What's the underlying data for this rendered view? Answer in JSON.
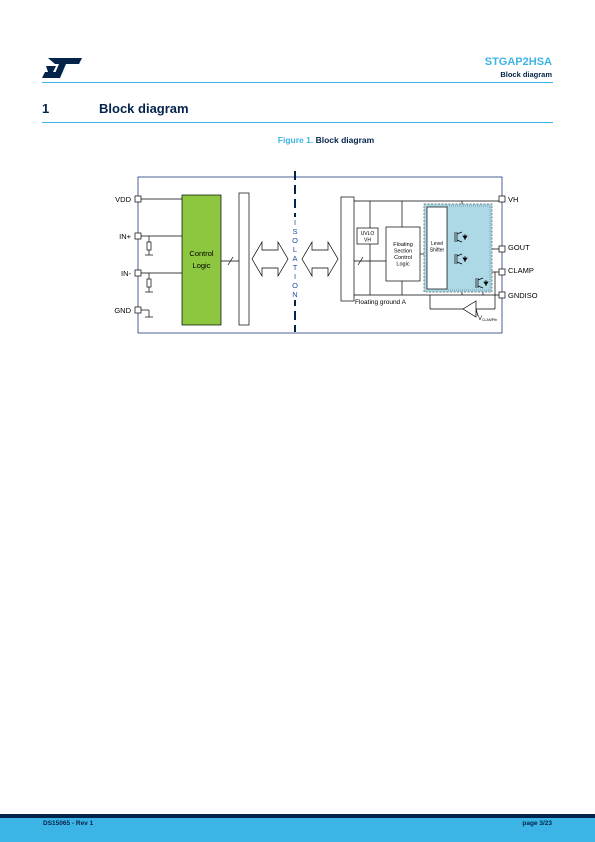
{
  "header": {
    "logo": "st-logo",
    "title": "STGAP2HSA",
    "subtitle": "Block diagram"
  },
  "section": {
    "number": "1",
    "title": "Block diagram"
  },
  "figure": {
    "label": "Figure 1.",
    "name": "Block diagram"
  },
  "diagram": {
    "pins_left": [
      "VDD",
      "IN+",
      "IN-",
      "GND"
    ],
    "pins_right": [
      "VH",
      "GOUT",
      "CLAMP",
      "GNDISO"
    ],
    "control_logic": [
      "Control",
      "Logic"
    ],
    "isolation_letters": [
      "I",
      "S",
      "O",
      "L",
      "A",
      "T",
      "I",
      "O",
      "N"
    ],
    "uvlo": [
      "UVLO",
      "VH"
    ],
    "floating_section": [
      "Floating",
      "Section",
      "Control",
      "Logic"
    ],
    "level_shifter": [
      "Level",
      "Shifter"
    ],
    "floating_ground": "Floating ground A",
    "vclamp": "V",
    "vclamp_sub": "CLAMPth",
    "colors": {
      "control_logic": "#8dc63f",
      "driver_area": "#add8e6",
      "isolation": "#03234b",
      "frame": "#1f3a7a"
    }
  },
  "footer": {
    "left": "DS15065 - Rev 1",
    "right": "page 3/23"
  }
}
